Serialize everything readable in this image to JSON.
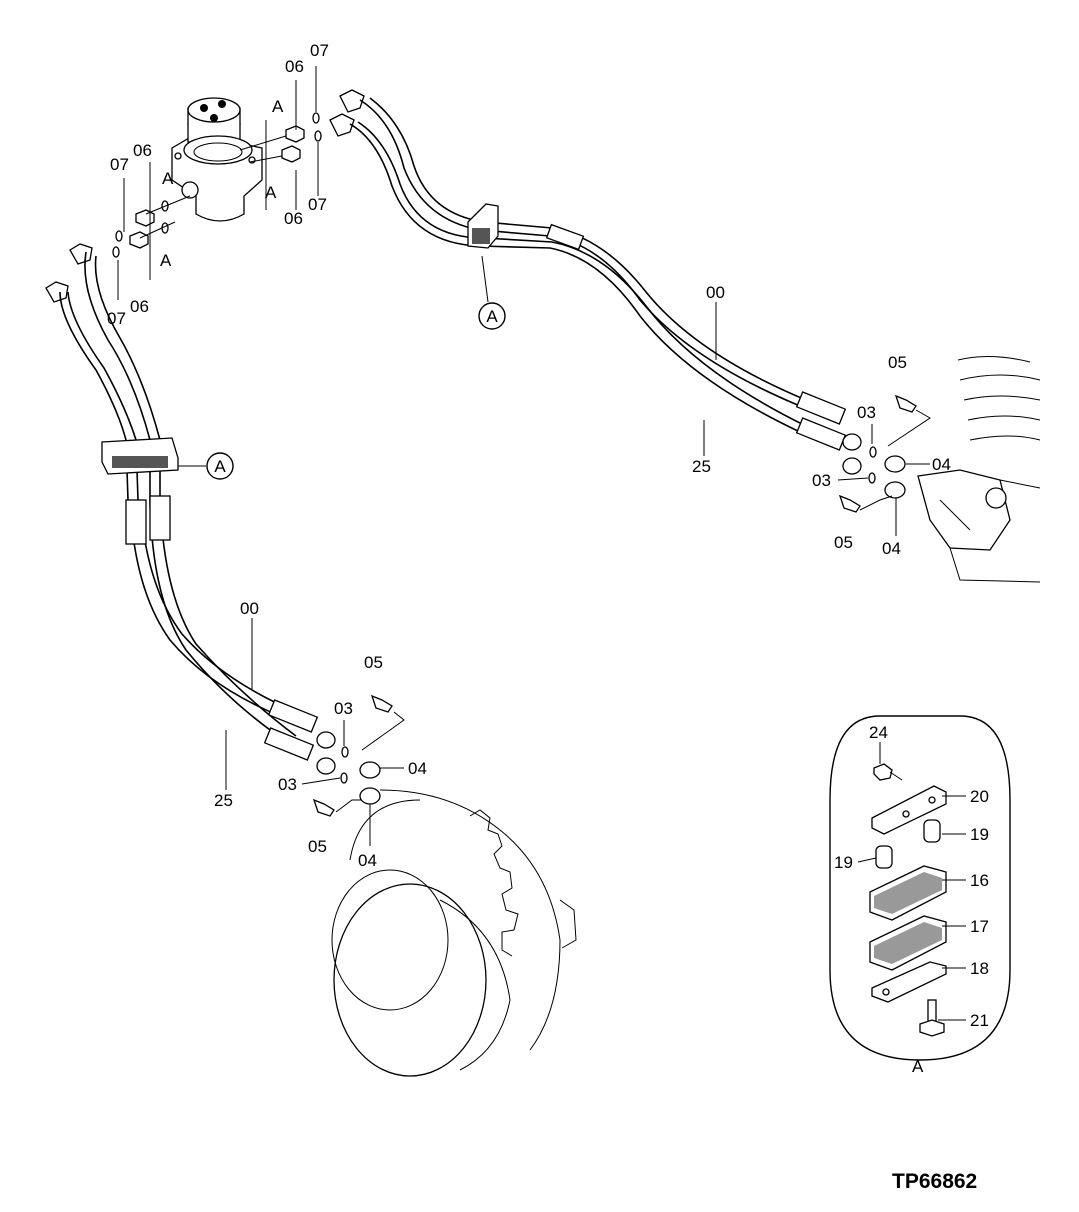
{
  "diagram_code": "TP66862",
  "detail_view": {
    "title": "A",
    "labels": [
      "24",
      "20",
      "19",
      "19",
      "16",
      "17",
      "18",
      "21"
    ]
  },
  "callouts": {
    "a_upper": "A",
    "a_left": "A",
    "a_top_left_1": "A",
    "a_top_left_2": "A",
    "a_top_mid_1": "A",
    "a_top_mid_2": "A"
  },
  "part_labels": {
    "p06_a": "06",
    "p06_b": "06",
    "p06_c": "06",
    "p06_d": "06",
    "p07_a": "07",
    "p07_b": "07",
    "p07_c": "07",
    "p07_d": "07",
    "p00_upper": "00",
    "p25_upper": "25",
    "p05_upper_a": "05",
    "p05_upper_b": "05",
    "p03_upper_a": "03",
    "p03_upper_b": "03",
    "p04_upper_a": "04",
    "p04_upper_b": "04",
    "p00_lower": "00",
    "p25_lower": "25",
    "p05_lower_a": "05",
    "p05_lower_b": "05",
    "p03_lower_a": "03",
    "p03_lower_b": "03",
    "p04_lower_a": "04",
    "p04_lower_b": "04"
  }
}
